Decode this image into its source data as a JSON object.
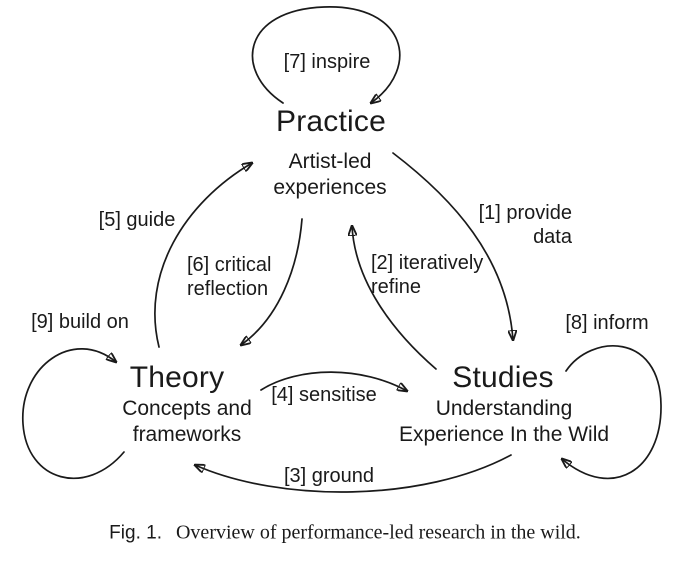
{
  "colors": {
    "ink": "#1a1a1a",
    "background": "#ffffff"
  },
  "nodes": {
    "practice": {
      "title": "Practice",
      "subtitle_line1": "Artist-led",
      "subtitle_line2": "experiences"
    },
    "theory": {
      "title": "Theory",
      "subtitle_line1": "Concepts and",
      "subtitle_line2": "frameworks"
    },
    "studies": {
      "title": "Studies",
      "subtitle_line1": "Understanding",
      "subtitle_line2": "Experience In the Wild"
    }
  },
  "edges": {
    "e1": {
      "label_line1": "[1] provide",
      "label_line2": "data",
      "from": "Practice",
      "to": "Studies"
    },
    "e2": {
      "label_line1": "[2] iteratively",
      "label_line2": "refine",
      "from": "Studies",
      "to": "Practice"
    },
    "e3": {
      "label": "[3] ground",
      "from": "Studies",
      "to": "Theory"
    },
    "e4": {
      "label": "[4] sensitise",
      "from": "Theory",
      "to": "Studies"
    },
    "e5": {
      "label": "[5] guide",
      "from": "Theory",
      "to": "Practice"
    },
    "e6": {
      "label_line1": "[6] critical",
      "label_line2": "reflection",
      "from": "Practice",
      "to": "Theory"
    },
    "e7": {
      "label": "[7] inspire",
      "from": "Practice",
      "to": "Practice"
    },
    "e8": {
      "label": "[8] inform",
      "from": "Studies",
      "to": "Studies"
    },
    "e9": {
      "label": "[9] build on",
      "from": "Theory",
      "to": "Theory"
    }
  },
  "caption": {
    "label": "Fig. 1.",
    "text": "Overview of performance-led research in the wild."
  }
}
